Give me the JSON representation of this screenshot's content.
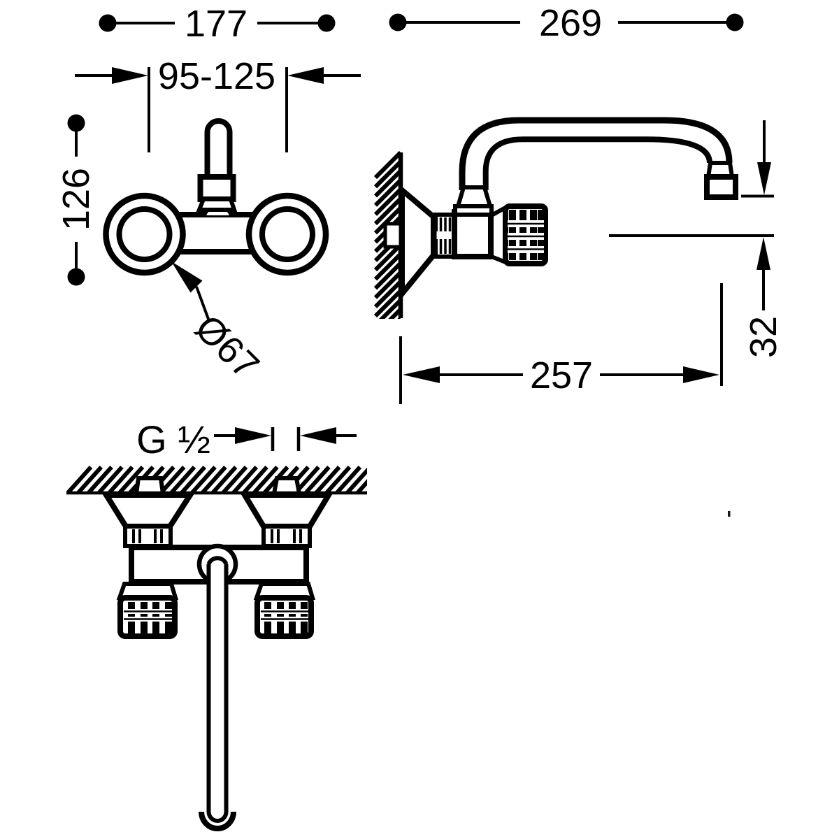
{
  "meta": {
    "title": "Wall-mounted tap dimensional drawing",
    "ink_color": "#000000",
    "background_color": "#ffffff"
  },
  "front_view": {
    "overall_width": "177",
    "inlet_centers": "95-125",
    "overall_height": "126",
    "rosette_diameter": "Ø67"
  },
  "side_view": {
    "overall_projection": "269",
    "spout_reach": "257",
    "outlet_drop": "32"
  },
  "bottom_view": {
    "inlet_thread": "G ½"
  }
}
